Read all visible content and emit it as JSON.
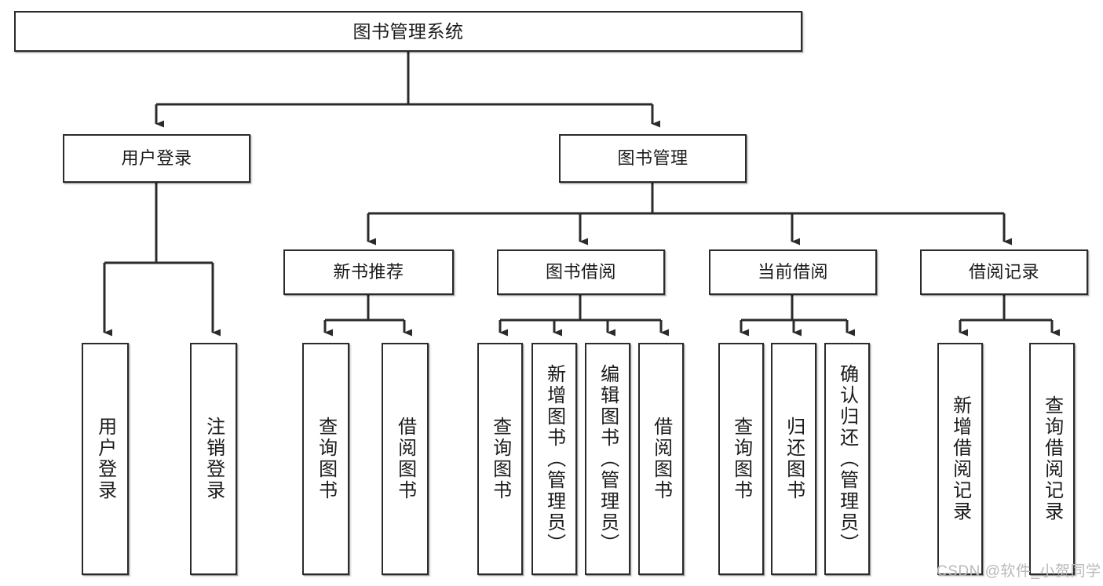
{
  "diagram": {
    "title": "图书管理系统",
    "type": "tree",
    "watermark": "CSDN @软件_小贺同学",
    "colors": {
      "box_border": "#2b2b2b",
      "box_fill": "#ffffff",
      "edge": "#2b2b2b",
      "text": "#1b1b1b",
      "watermark": "#b9b9b9",
      "background": "#ffffff"
    },
    "nodes": {
      "root": {
        "label": "图书管理系统"
      },
      "level2": [
        {
          "label": "用户登录"
        },
        {
          "label": "图书管理"
        }
      ],
      "level3": [
        {
          "label": "新书推荐"
        },
        {
          "label": "图书借阅"
        },
        {
          "label": "当前借阅"
        },
        {
          "label": "借阅记录"
        }
      ],
      "leaves_user_login": [
        {
          "label": "用户登录"
        },
        {
          "label": "注销登录"
        }
      ],
      "leaves_new_book": [
        {
          "label": "查询图书"
        },
        {
          "label": "借阅图书"
        }
      ],
      "leaves_borrow": [
        {
          "label": "查询图书"
        },
        {
          "label": "新增图书（管理员）"
        },
        {
          "label": "编辑图书（管理员）"
        },
        {
          "label": "借阅图书"
        }
      ],
      "leaves_current": [
        {
          "label": "查询图书"
        },
        {
          "label": "归还图书"
        },
        {
          "label": "确认归还（管理员）"
        }
      ],
      "leaves_records": [
        {
          "label": "新增借阅记录"
        },
        {
          "label": "查询借阅记录"
        }
      ]
    }
  }
}
